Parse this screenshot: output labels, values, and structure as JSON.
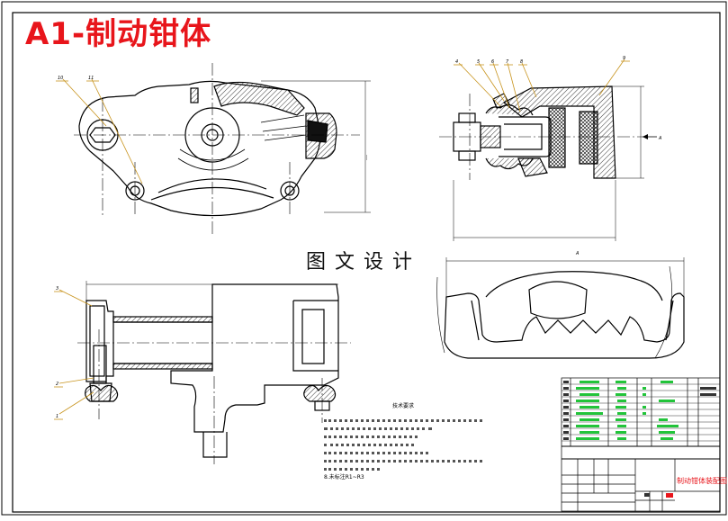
{
  "title": "A1-制动钳体",
  "watermark": "图文设计",
  "colors": {
    "title": "#e8151b",
    "leader": "#c8941e",
    "accent_green": "#22c43a",
    "line": "#000000"
  },
  "balloons": {
    "top_left": [
      "10",
      "11"
    ],
    "top_right": [
      "4",
      "5",
      "6",
      "7",
      "8",
      "9"
    ],
    "bottom_left": [
      "3",
      "2",
      "1"
    ]
  },
  "section_label": "A",
  "view_label": "A",
  "notes": {
    "heading": "技术要求",
    "last_line": "8.未标注R1~R3"
  },
  "title_block": {
    "drawing_name": "制动钳体装配图"
  }
}
